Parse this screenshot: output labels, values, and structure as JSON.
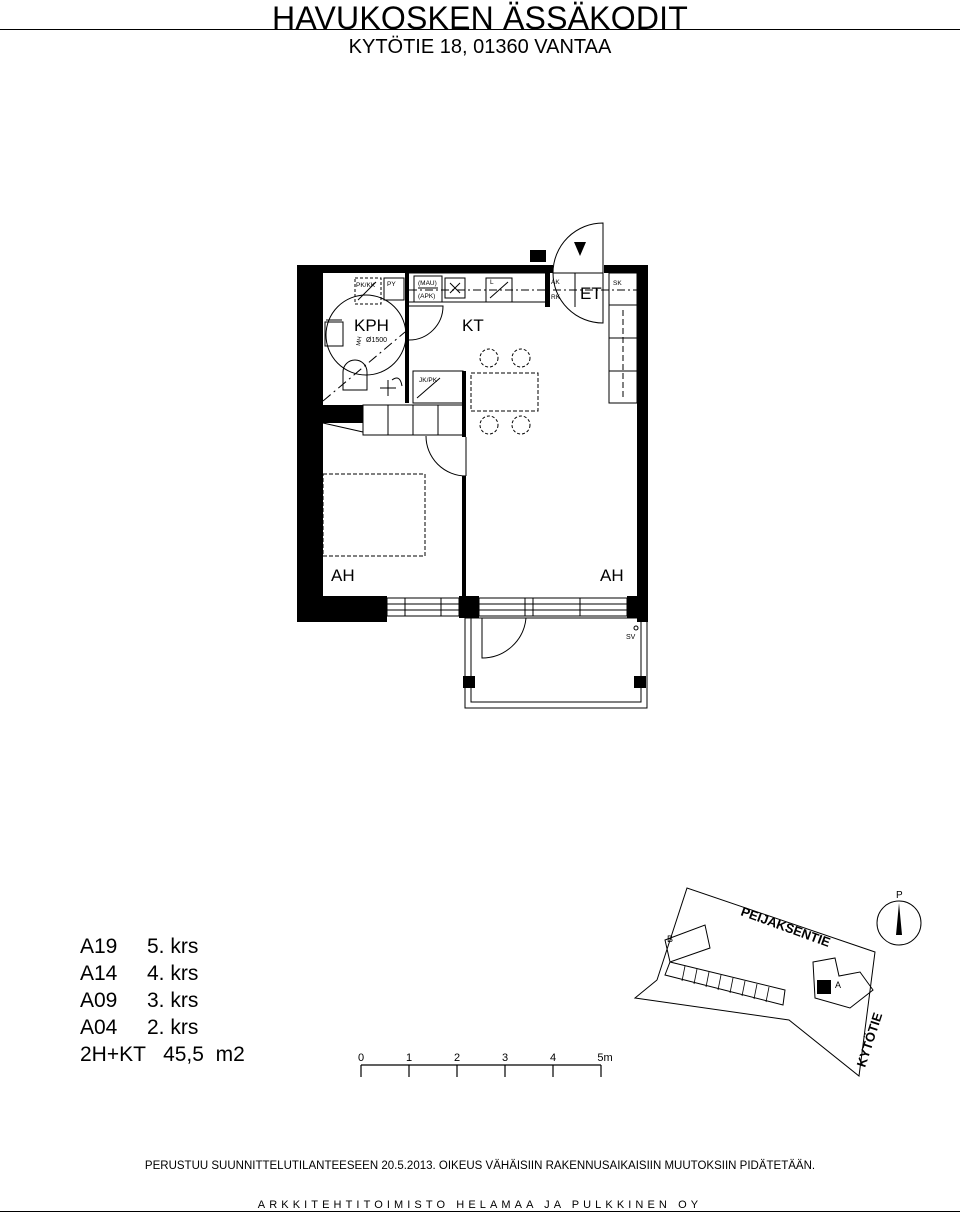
{
  "header": {
    "title": "HAVUKOSKEN ÄSSÄKODIT",
    "address": "KYTÖTIE  18, 01360 VANTAA"
  },
  "plan": {
    "rooms": {
      "kph": "KPH",
      "kt": "KT",
      "et": "ET",
      "ah_left": "AH",
      "ah_right": "AH"
    },
    "fixtures": {
      "pk_kk": "PK/KK",
      "py": "PY",
      "mau": "(MAU)",
      "apk": "(APK)",
      "l": "L",
      "ak": "AK",
      "rk": "RK",
      "sk": "SK",
      "jk_pk": "JK/PK",
      "sv": "SV",
      "shower": "Ø1500",
      "shower_prefix": "MH"
    }
  },
  "apartments": [
    {
      "code": "A19",
      "floor": "5. krs"
    },
    {
      "code": "A14",
      "floor": "4. krs"
    },
    {
      "code": "A09",
      "floor": "3. krs"
    },
    {
      "code": "A04",
      "floor": "2. krs"
    }
  ],
  "summary": "2H+KT   45,5  m2",
  "scale": {
    "ticks": [
      "0",
      "1",
      "2",
      "3",
      "4",
      "5m"
    ]
  },
  "site": {
    "street_top": "PEIJAKSENTIE",
    "street_side": "KYTÖTIE",
    "north": "P",
    "building_b": "B",
    "building_a": "A"
  },
  "footer": {
    "note": "PERUSTUU SUUNNITTELUTILANTEESEEN 20.5.2013. OIKEUS VÄHÄISIIN RAKENNUSAIKAISIIN MUUTOKSIIN PIDÄTETÄÄN.",
    "office": "ARKKITEHTITOIMISTO HELAMAA JA PULKKINEN OY"
  },
  "colors": {
    "ink": "#000000",
    "background": "#ffffff"
  }
}
